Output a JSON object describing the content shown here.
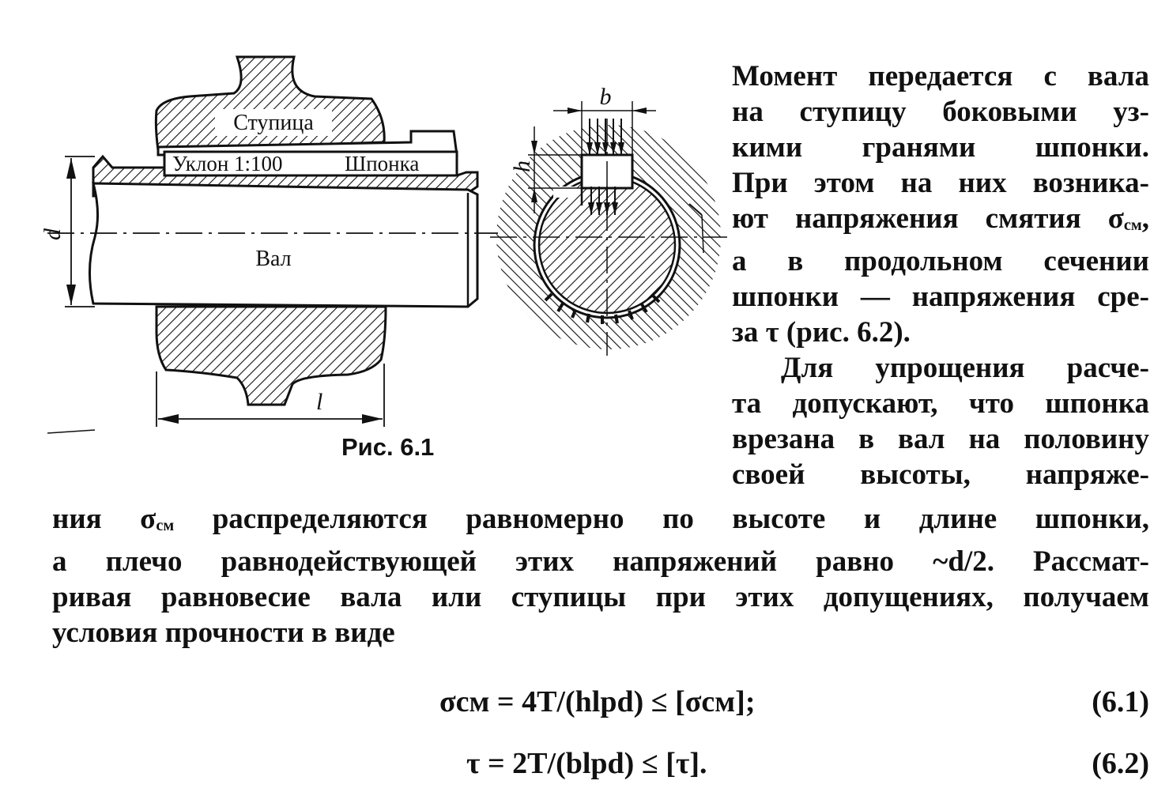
{
  "figure": {
    "caption": "Рис. 6.1",
    "labels": {
      "hub": "Ступица",
      "taper": "Уклон  1:100",
      "key": "Шпонка",
      "shaft": "Вал",
      "diameter": "d",
      "length": "l",
      "width": "b",
      "height": "h"
    }
  },
  "text": {
    "col_lines": [
      "Момент передается с вала",
      "на ступицу боковыми уз-",
      "кими гранями шпонки.",
      "При этом на них возника-",
      "ют напряжения смятия σ",
      "а в продольном сечении",
      "шпонки — напряжения сре-",
      "за τ (рис. 6.2).",
      "Для упрощения расче-",
      "та допускают, что шпонка",
      "врезана в вал на половину",
      "своей высоты, напряже-"
    ],
    "sigma_sub": "см",
    "full_lines": [
      "ния σ",
      "распределяются равномерно по высоте и длине шпонки,",
      "а плечо равнодействующей этих напряжений равно ~d/2. Рассмат-",
      "ривая равновесие вала или ступицы при этих допущениях, получаем",
      "условия прочности в виде"
    ]
  },
  "equations": [
    {
      "formula": "σсм = 4T/(hlрd) ≤ [σсм];",
      "number": "(6.1)"
    },
    {
      "formula": "τ = 2T/(blрd) ≤ [τ].",
      "number": "(6.2)"
    }
  ]
}
